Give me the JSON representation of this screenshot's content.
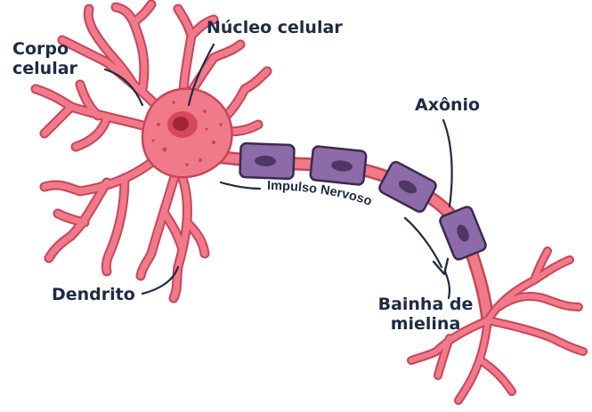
{
  "labels": {
    "corpo_celular_line1": "Corpo",
    "corpo_celular_line2": "celular",
    "nucleo_celular": "Núcleo celular",
    "axonio": "Axônio",
    "impulso_nervoso": "Impulso Nervoso",
    "dendrito": "Dendrito",
    "bainha_line1": "Bainha de",
    "bainha_line2": "mielina"
  },
  "colors": {
    "neuron_fill": "#f07a8a",
    "neuron_stroke": "#c9455a",
    "nucleus_outer": "#d8485c",
    "nucleus_inner": "#a32438",
    "myelin_fill": "#8d6aa8",
    "myelin_stroke": "#3b2a4e",
    "myelin_dark": "#4e3763",
    "text": "#1f2a44",
    "leader_line": "#1f2a44"
  }
}
